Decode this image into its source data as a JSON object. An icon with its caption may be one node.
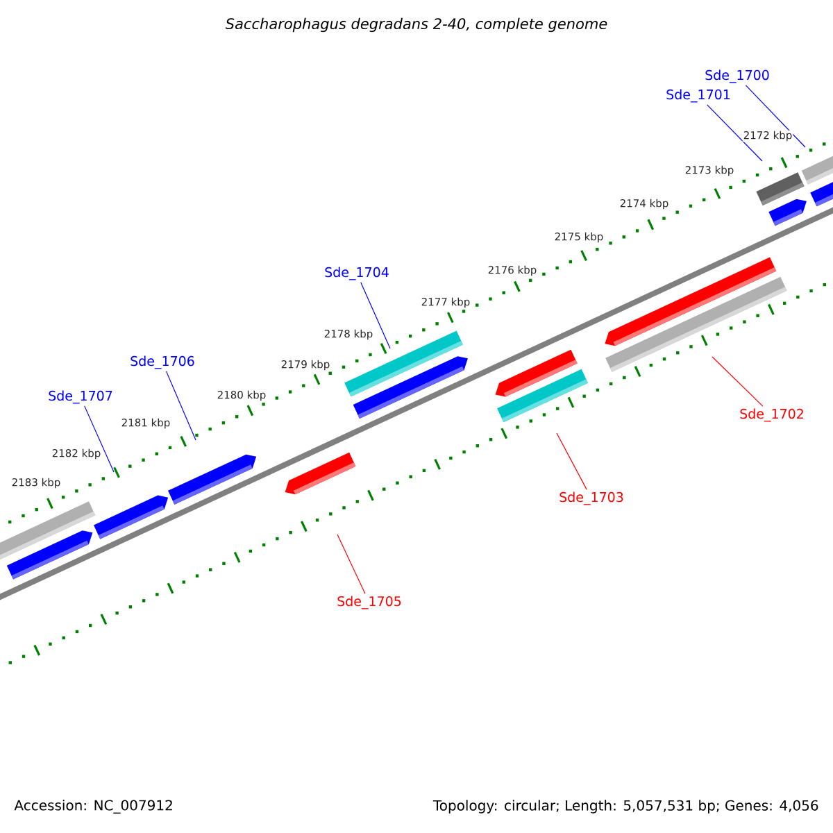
{
  "diagram": {
    "title": "*Saccharophagus degradans* 2-40, complete genome",
    "nodes": [
      {
        "text": [
          "Sde_1700"
        ]
      },
      {
        "text": [
          "Sde_1701"
        ]
      },
      {
        "text": [
          "Sde_1704"
        ]
      },
      {
        "text": [
          "Sde_1706"
        ]
      },
      {
        "text": [
          "Sde_1707"
        ]
      },
      {
        "text": [
          "Sde_1702"
        ]
      },
      {
        "text": [
          "Sde_1703"
        ]
      },
      {
        "text": [
          "Sde_1705"
        ]
      }
    ],
    "edges": [
      {
        "from": 0,
        "to": null,
        "arrow": "none"
      },
      {
        "from": 1,
        "to": null,
        "arrow": "none"
      },
      {
        "from": 2,
        "to": null,
        "arrow": "none"
      },
      {
        "from": 3,
        "to": null,
        "arrow": "none"
      },
      {
        "from": 4,
        "to": null,
        "arrow": "none"
      },
      {
        "from": 5,
        "to": null,
        "arrow": "none",
        "color": "#ff0000"
      },
      {
        "from": 6,
        "to": null,
        "arrow": "none",
        "color": "#ff0000"
      },
      {
        "from": 7,
        "to": null,
        "arrow": "none",
        "color": "#ff0000"
      }
    ],
    "labels": [
      "2172 kbp",
      "2173 kbp",
      "2174 kbp",
      "2175 kbp",
      "2176 kbp",
      "2177 kbp",
      "2178 kbp",
      "2179 kbp",
      "2180 kbp",
      "2181 kbp",
      "2182 kbp",
      "2183 kbp",
      "Accession: NC_007912",
      "Topology: circular; Length: 5,057,531 bp; Genes: 4,056"
    ]
  }
}
